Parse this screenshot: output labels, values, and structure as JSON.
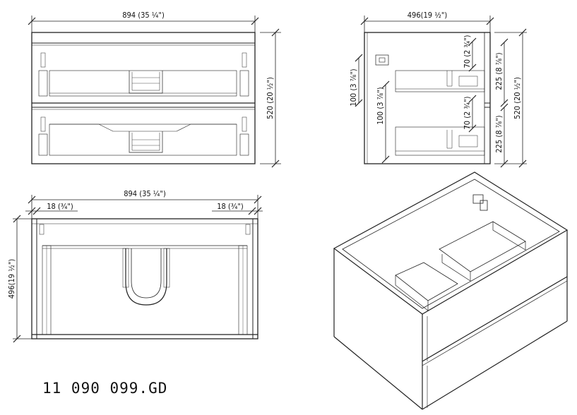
{
  "front": {
    "width_label": "894 (35 ¼\")",
    "height_label": "520 (20 ½\")"
  },
  "side": {
    "depth_label": "496(19 ½\")",
    "height_label": "520 (20 ½\")",
    "left_upper_label": "100 (3 ⅞\")",
    "left_lower_label": "100 (3 ⅞\")",
    "right_upper_gap_label": "70 (2 ¾\")",
    "right_lower_gap_label": "70 (2 ¾\")",
    "right_upper_drawer_label": "225 (8 ⅞\")",
    "right_lower_drawer_label": "225 (8 ⅞\")"
  },
  "top": {
    "width_label": "894 (35 ¼\")",
    "left_panel_label": "18 (¾\")",
    "right_panel_label": "18 (¾\")",
    "depth_label": "496(19 ½\")"
  },
  "model_code": "11 090 099.GD"
}
